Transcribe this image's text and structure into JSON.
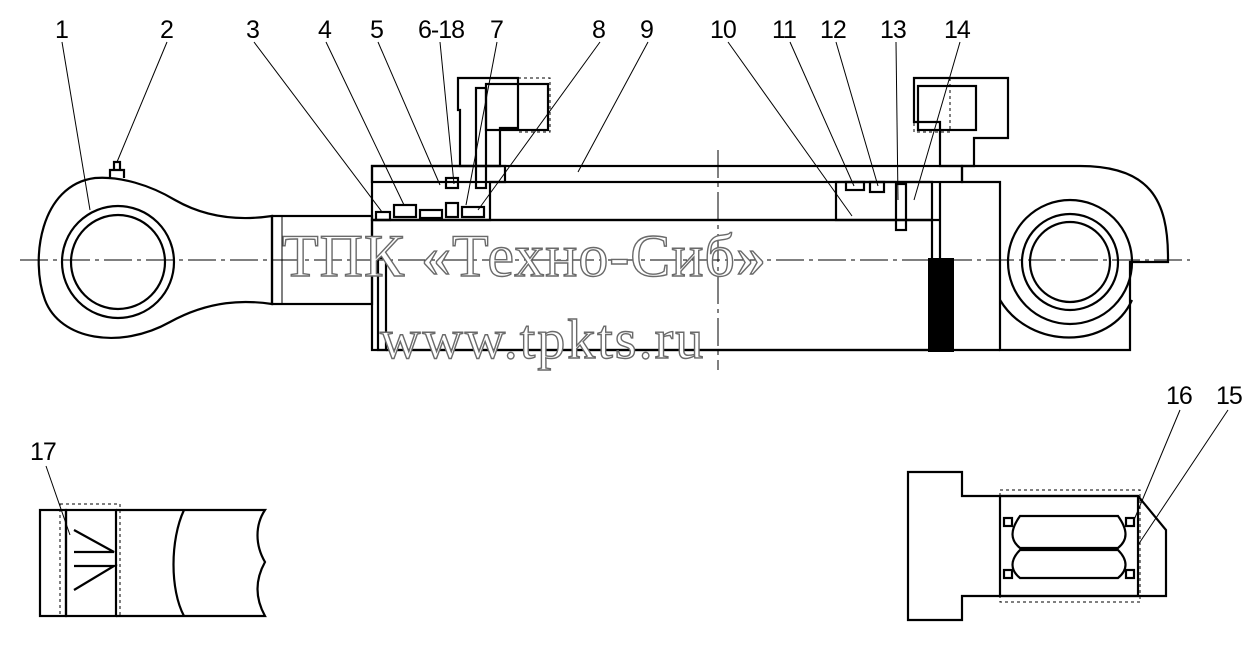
{
  "labels": {
    "top": [
      "1",
      "2",
      "3",
      "4",
      "5",
      "6-18",
      "7",
      "8",
      "9",
      "10",
      "11",
      "12",
      "13",
      "14"
    ],
    "detail_left": [
      "17"
    ],
    "detail_right": [
      "16",
      "15"
    ]
  },
  "watermark": {
    "line1": "ТПК «Техно-Сиб»",
    "line2": "www.tpkts.ru"
  }
}
